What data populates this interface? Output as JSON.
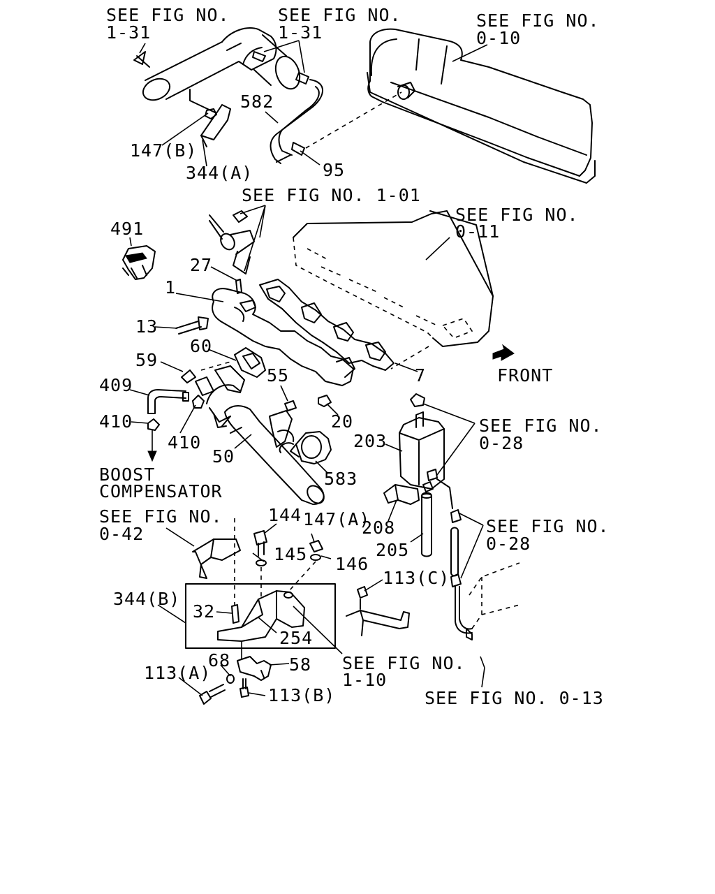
{
  "references": {
    "fig_1_31_a": [
      "SEE FIG NO.",
      "1-31"
    ],
    "fig_1_31_b": [
      "SEE FIG NO.",
      "1-31"
    ],
    "fig_0_10": [
      "SEE FIG NO.",
      "0-10"
    ],
    "fig_1_01": "SEE FIG NO. 1-01",
    "fig_0_11": [
      "SEE FIG NO.",
      "0-11"
    ],
    "fig_0_28_a": [
      "SEE FIG NO.",
      "0-28"
    ],
    "fig_0_28_b": [
      "SEE FIG NO.",
      "0-28"
    ],
    "fig_0_42": [
      "SEE FIG NO.",
      "0-42"
    ],
    "fig_1_10": [
      "SEE FIG NO.",
      "1-10"
    ],
    "fig_0_13": "SEE FIG NO. 0-13"
  },
  "direction": "FRONT",
  "boost_compensator": [
    "BOOST",
    "COMPENSATOR"
  ],
  "part_numbers": {
    "p582": "582",
    "p147b": "147(B)",
    "p344a": "344(A)",
    "p95": "95",
    "p491": "491",
    "p27": "27",
    "p1": "1",
    "p13": "13",
    "p60": "60",
    "p59": "59",
    "p409": "409",
    "p410a": "410",
    "p410b": "410",
    "p55": "55",
    "p20": "20",
    "p7": "7",
    "p50": "50",
    "p583": "583",
    "p203": "203",
    "p208": "208",
    "p205": "205",
    "p144": "144",
    "p147a": "147(A)",
    "p145": "145",
    "p146": "146",
    "p344b": "344(B)",
    "p32": "32",
    "p254": "254",
    "p113c": "113(C)",
    "p68": "68",
    "p58": "58",
    "p113a": "113(A)",
    "p113b": "113(B)"
  }
}
